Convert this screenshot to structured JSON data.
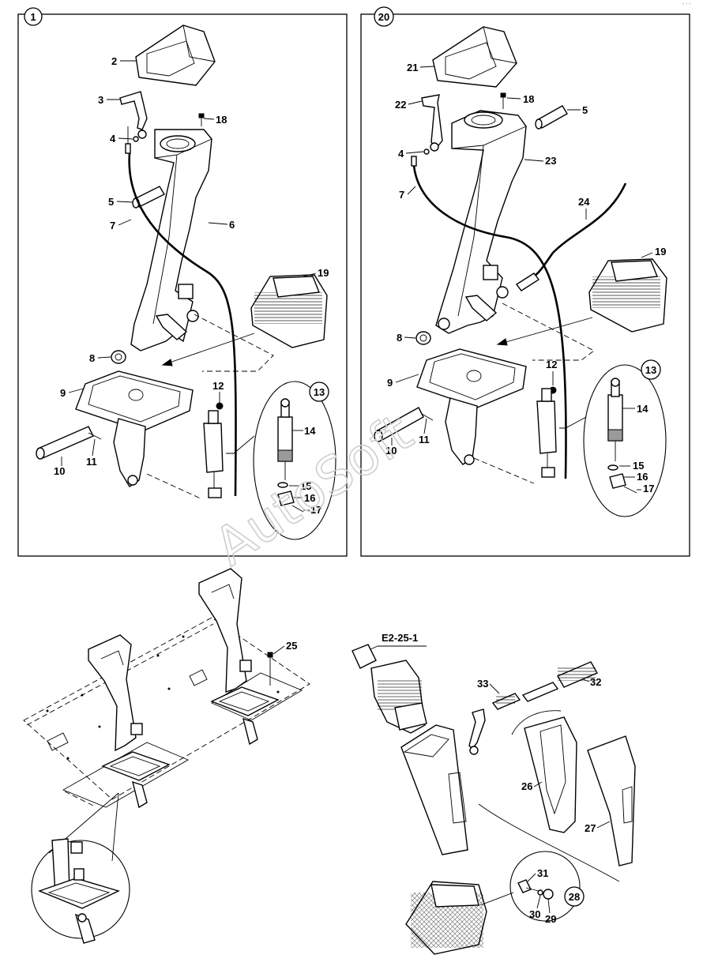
{
  "group_labels": {
    "left_panel": "1",
    "right_panel": "20",
    "inset_left": "13",
    "inset_right": "13",
    "detail": "28"
  },
  "reference_label": "E2-25-1",
  "watermark": "AutoSoft",
  "corner_mark": "° ° °",
  "callouts": {
    "left": [
      "2",
      "3",
      "4",
      "18",
      "5",
      "7",
      "6",
      "19",
      "8",
      "9",
      "12",
      "14",
      "11",
      "10",
      "15",
      "16",
      "17"
    ],
    "right": [
      "21",
      "22",
      "18",
      "5",
      "4",
      "23",
      "7",
      "24",
      "19",
      "8",
      "12",
      "9",
      "14",
      "11",
      "10",
      "15",
      "16",
      "17"
    ],
    "bottom": [
      "25",
      "33",
      "32",
      "26",
      "27",
      "31",
      "30",
      "29"
    ]
  }
}
